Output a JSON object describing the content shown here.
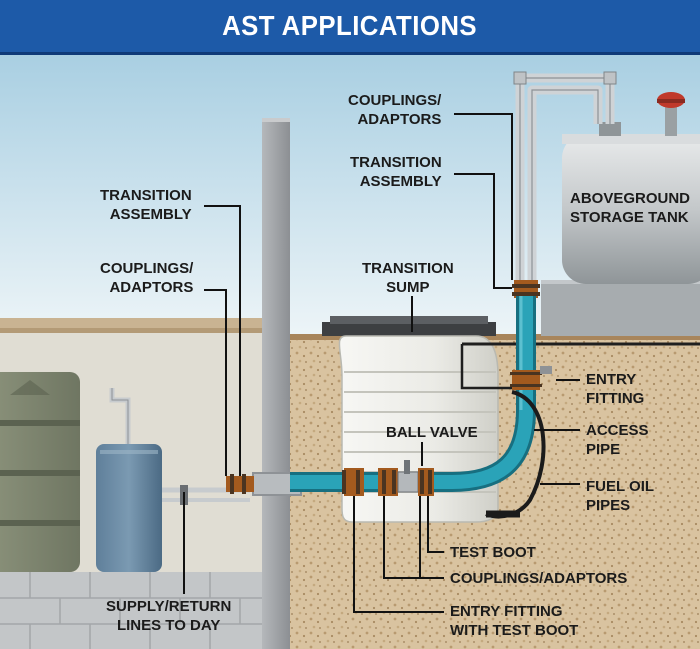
{
  "header": {
    "title": "AST APPLICATIONS"
  },
  "labels": {
    "couplings_top": [
      "COUPLINGS/",
      "ADAPTORS"
    ],
    "transition_top": [
      "TRANSITION",
      "ASSEMBLY"
    ],
    "tank": [
      "ABOVEGROUND",
      "STORAGE TANK"
    ],
    "transition_left": [
      "TRANSITION",
      "ASSEMBLY"
    ],
    "couplings_left": [
      "COUPLINGS/",
      "ADAPTORS"
    ],
    "sump": [
      "TRANSITION",
      "SUMP"
    ],
    "entry_fitting": [
      "ENTRY",
      "FITTING"
    ],
    "ball_valve": "BALL VALVE",
    "access_pipe": [
      "ACCESS",
      "PIPE"
    ],
    "fuel_oil": [
      "FUEL OIL",
      "PIPES"
    ],
    "test_boot": "TEST BOOT",
    "couplings_bottom": "COUPLINGS/ADAPTORS",
    "entry_fitting_test_boot": [
      "ENTRY FITTING",
      "WITH TEST BOOT"
    ],
    "supply_return": [
      "SUPPLY/RETURN",
      "LINES TO DAY"
    ]
  },
  "colors": {
    "header": "#1d5aa8",
    "pipe": "#1e8fa3",
    "soil": "#d9c3a0",
    "wall": "#9fa2a6",
    "sky_top": "#a9cfe2"
  }
}
